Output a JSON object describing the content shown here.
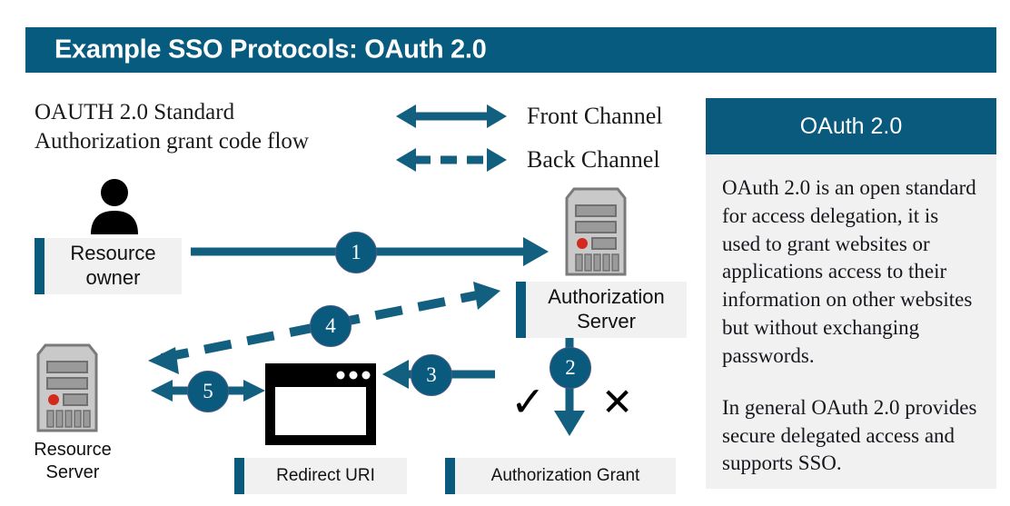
{
  "header": {
    "title": "Example SSO Protocols: OAuth 2.0"
  },
  "flow": {
    "heading_line1": "OAUTH 2.0 Standard",
    "heading_line2": "Authorization grant code flow"
  },
  "legend": {
    "items": [
      {
        "label": "Front Channel",
        "style": "solid"
      },
      {
        "label": "Back Channel",
        "style": "dashed"
      }
    ]
  },
  "entities": {
    "resource_owner": "Resource owner",
    "authorization_server": "Authorization Server",
    "resource_server": "Resource Server",
    "redirect_uri": "Redirect URI",
    "authorization_grant": "Authorization Grant"
  },
  "steps": [
    {
      "number": "1",
      "channel": "front",
      "from": "resource-owner",
      "to": "authorization-server"
    },
    {
      "number": "2",
      "channel": "front",
      "from": "authorization-server",
      "to": "authorization-grant"
    },
    {
      "number": "3",
      "channel": "front",
      "from": "authorization-grant",
      "to": "redirect-uri"
    },
    {
      "number": "4",
      "channel": "back",
      "from": "resource-server",
      "to": "authorization-server"
    },
    {
      "number": "5",
      "channel": "front",
      "from": "resource-server",
      "to": "redirect-uri"
    }
  ],
  "decision": {
    "approve_glyph": "✓",
    "deny_glyph": "✕"
  },
  "info_panel": {
    "title": "OAuth 2.0",
    "paragraph1": "OAuth 2.0 is an open standard for access delegation, it is used to grant websites or applications access to their information on other websites but without exchanging passwords.",
    "paragraph2": "In general OAuth 2.0 provides secure delegated access and supports SSO."
  },
  "colors": {
    "brand_teal": "#065b7e",
    "panel_teal": "#0a5a7d",
    "box_gray": "#f1f1f1",
    "arrow_teal": "#125f7f",
    "led_red": "#d32a1e",
    "icon_black": "#000000"
  }
}
